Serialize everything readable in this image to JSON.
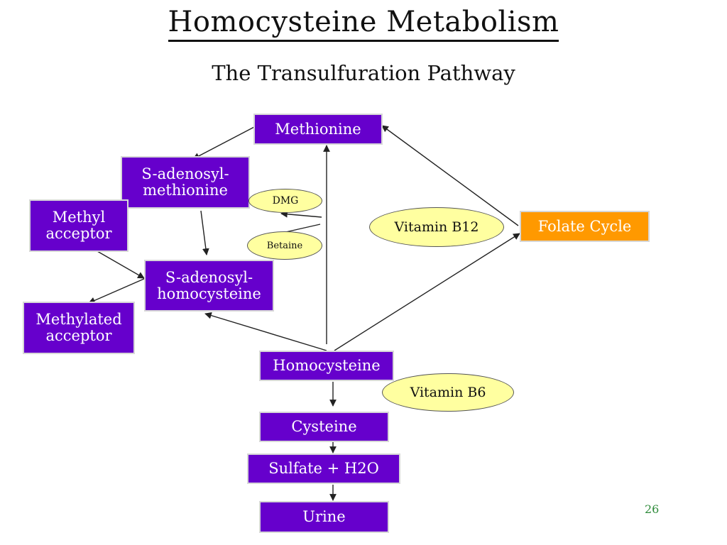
{
  "slide": {
    "title": "Homocysteine Metabolism",
    "subtitle": "The Transulfuration Pathway",
    "page_number": "26"
  },
  "nodes": {
    "methionine": "Methionine",
    "sam": "S-adenosyl-\nmethionine",
    "methyl_acceptor": "Methyl\nacceptor",
    "sah": "S-adenosyl-\nhomocysteine",
    "methylated_acceptor": "Methylated\nacceptor",
    "homocysteine": "Homocysteine",
    "cysteine": "Cysteine",
    "sulfate": "Sulfate + H2O",
    "urine": "Urine",
    "folate_cycle": "Folate Cycle"
  },
  "cofactors": {
    "dmg": "DMG",
    "betaine": "Betaine",
    "vitamin_b12": "Vitamin B12",
    "vitamin_b6": "Vitamin B6"
  },
  "colors": {
    "node_fill": "#6600cc",
    "folate_fill": "#ff9900",
    "cofactor_fill": "#ffffa0",
    "page_number": "#2e8b3a"
  }
}
